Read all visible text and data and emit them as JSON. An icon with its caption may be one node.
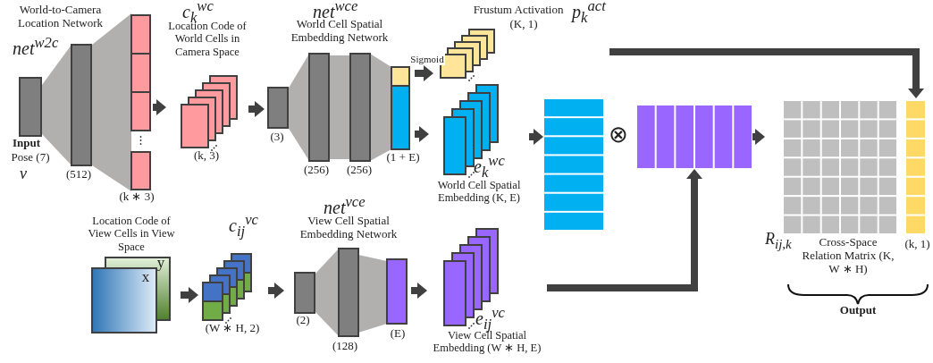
{
  "diagram": {
    "nodes": [
      {
        "text": [
          "World-to-Camera Location Network",
          "net$^{w2c}$",
          "Input",
          "Pose (7)",
          "v",
          "(512)"
        ],
        "beside": [
          "(k ∗ 3)"
        ]
      },
      {
        "text": [
          "c$_{k}$$^{wc}$",
          "Location Code of World Cells in Camera Space"
        ],
        "beside": [
          "(k, 3)"
        ]
      },
      {
        "text": [
          "net$^{wce}$",
          "World Cell Spatial Embedding Network",
          "(3)",
          "(256)",
          "(256)",
          "(1 + E)"
        ]
      },
      {
        "text": [
          "Frustum Activation",
          "p$_{k}$$^{act}$",
          "(K, 1)"
        ]
      },
      {
        "text": [
          "e$_{k}$$^{wc}$",
          "World Cell Spatial Embedding (K, E)"
        ]
      },
      {
        "text": [],
        "shape": "bar"
      },
      {
        "text": [],
        "shape": "bar"
      },
      {
        "text": [
          "R$_{ij,k}$",
          "Cross-Space Relation Matrix (K, W ∗ H)"
        ]
      },
      {
        "text": [],
        "shape": "bar",
        "beside": [
          "(k, 1)"
        ]
      },
      {
        "text": [
          "Location Code of View Cells in View Space"
        ]
      },
      {
        "text": [
          "c$_{ij}$$^{vc}$"
        ],
        "beside": [
          "(W ∗ H, 2)"
        ]
      },
      {
        "text": [
          "net$^{vce}$",
          "View Cell Spatial Embedding Network",
          "(2)",
          "(128)",
          "(E)"
        ]
      },
      {
        "text": [
          "e$_{ij}$$^{vc}$",
          "View Cell Spatial Embedding (W ∗ H, E)"
        ]
      }
    ],
    "edges": [
      {
        "from": 0,
        "to": 1,
        "arrow": "to"
      },
      {
        "from": 1,
        "to": 2,
        "arrow": "to"
      },
      {
        "from": 2,
        "to": 3,
        "arrow": "to",
        "label": "Sigmoid"
      },
      {
        "from": 2,
        "to": 4,
        "arrow": "to"
      },
      {
        "from": 4,
        "to": 5,
        "arrow": "to"
      },
      {
        "from": 6,
        "to": 7,
        "arrow": "to"
      },
      {
        "from": 3,
        "to": 8,
        "arrow": "to"
      },
      {
        "from": 9,
        "to": 10,
        "arrow": "to"
      },
      {
        "from": 10,
        "to": 11,
        "arrow": "to"
      },
      {
        "from": 11,
        "to": 12,
        "arrow": "to"
      },
      {
        "from": 12,
        "to": 6,
        "arrow": "to"
      }
    ],
    "labels": [
      "⊗",
      "y",
      "x",
      "Output"
    ]
  }
}
